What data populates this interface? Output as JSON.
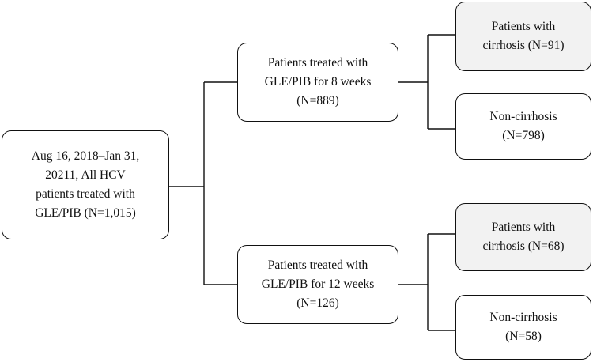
{
  "flowchart": {
    "root": {
      "text": "Aug 16, 2018–Jan 31,\n20211, All HCV\npatients treated with\nGLE/PIB (N=1,015)"
    },
    "groups": [
      {
        "text": "Patients treated with\nGLE/PIB for 8 weeks\n(N=889)",
        "children": [
          {
            "text": "Patients with\ncirrhosis (N=91)",
            "shaded": true
          },
          {
            "text": "Non-cirrhosis\n(N=798)",
            "shaded": false
          }
        ]
      },
      {
        "text": "Patients treated with\nGLE/PIB for 12 weeks\n(N=126)",
        "children": [
          {
            "text": "Patients with\ncirrhosis (N=68)",
            "shaded": true
          },
          {
            "text": "Non-cirrhosis\n(N=58)",
            "shaded": false
          }
        ]
      }
    ],
    "colors": {
      "line": "#111111",
      "box_fill": "#ffffff",
      "shaded_fill": "#f2f2f2"
    }
  }
}
